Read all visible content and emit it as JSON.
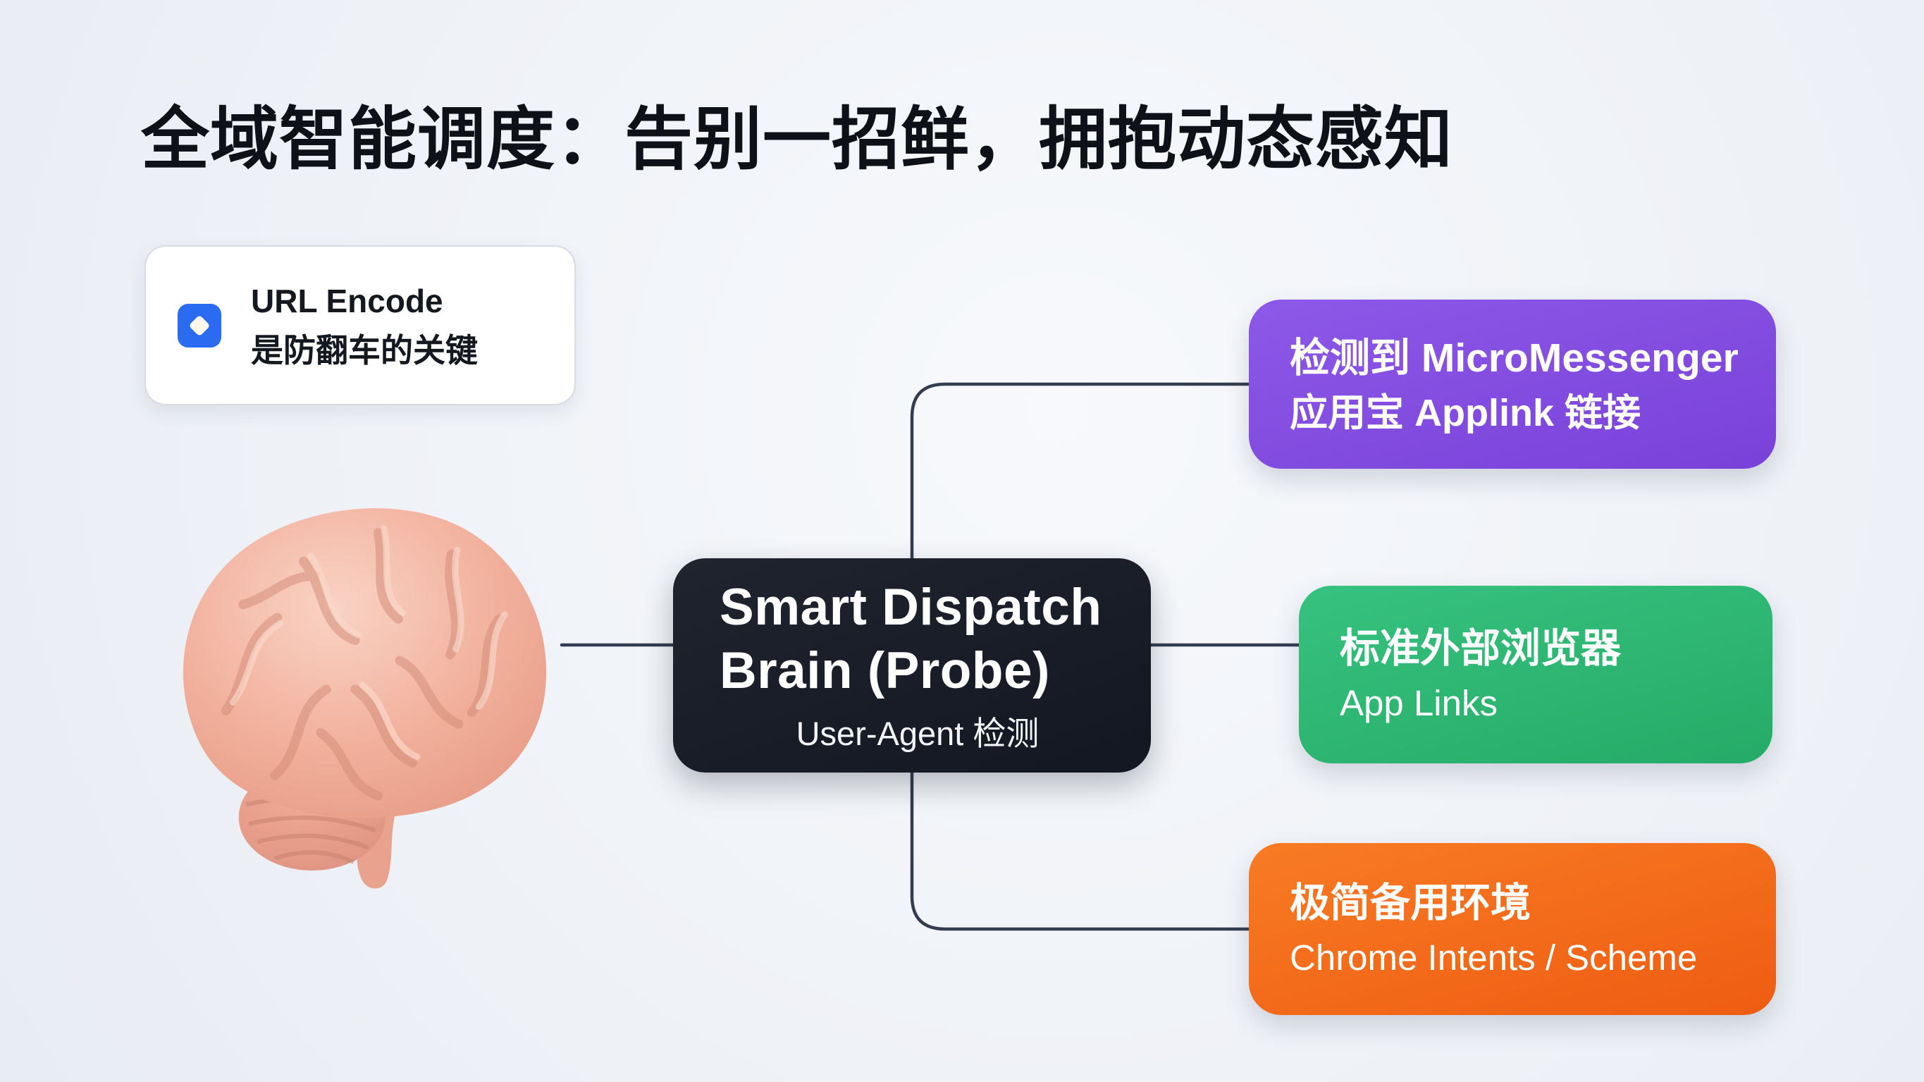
{
  "title": "全域智能调度：告别一招鲜，拥抱动态感知",
  "callout": {
    "line1": "URL Encode",
    "line2": "是防翻车的关键",
    "icon": "blue-rounded-square-with-white-diamond"
  },
  "center_node": {
    "line1": "Smart Dispatch",
    "line2": "Brain (Probe)",
    "subtitle": "User-Agent 检测"
  },
  "branches": [
    {
      "line1": "检测到 MicroMessenger",
      "line2": "应用宝 Applink 链接",
      "color": "#8150e0"
    },
    {
      "line1": "标准外部浏览器",
      "line2": "App Links",
      "color": "#2db874"
    },
    {
      "line1": "极简备用环境",
      "line2": "Chrome Intents / Scheme",
      "color": "#f4671c"
    }
  ],
  "colors": {
    "background": "#eff2f7",
    "title_text": "#0e1218",
    "center_node": "#171b25",
    "connector": "#333d4f",
    "callout_icon": "#2a6bf2",
    "callout_border": "#d7dbe2"
  }
}
